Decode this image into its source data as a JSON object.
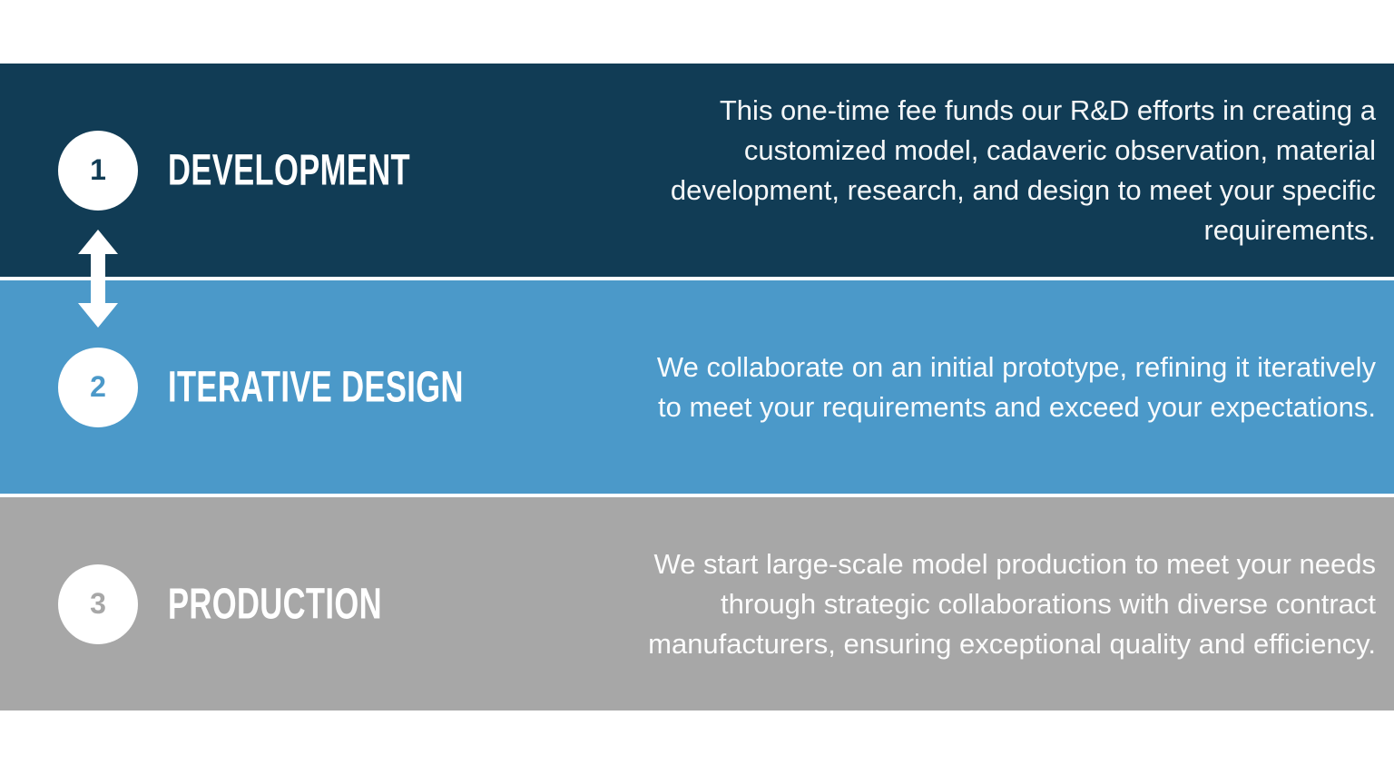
{
  "page": {
    "background": "#FFFFFF"
  },
  "connector": {
    "icon": "up-down-arrow",
    "color": "#FFFFFF",
    "connects": [
      "1",
      "2"
    ]
  },
  "steps": [
    {
      "number": "1",
      "title": "DEVELOPMENT",
      "description": "This one-time fee funds our R&D efforts in creating a customized model, cadaveric observation, material development, research, and design to meet your specific requirements.",
      "band_color": "#113C55",
      "text_color": "#FFFFFF"
    },
    {
      "number": "2",
      "title": "ITERATIVE DESIGN",
      "description": "We collaborate on an initial prototype, refining it iteratively to meet your requirements and exceed your expectations.",
      "band_color": "#4B99C9",
      "text_color": "#FFFFFF"
    },
    {
      "number": "3",
      "title": "PRODUCTION",
      "description": "We start large-scale model production to meet your needs through strategic collaborations with diverse contract manufacturers, ensuring exceptional quality and efficiency.",
      "band_color": "#A7A7A7",
      "text_color": "#FFFFFF"
    }
  ]
}
